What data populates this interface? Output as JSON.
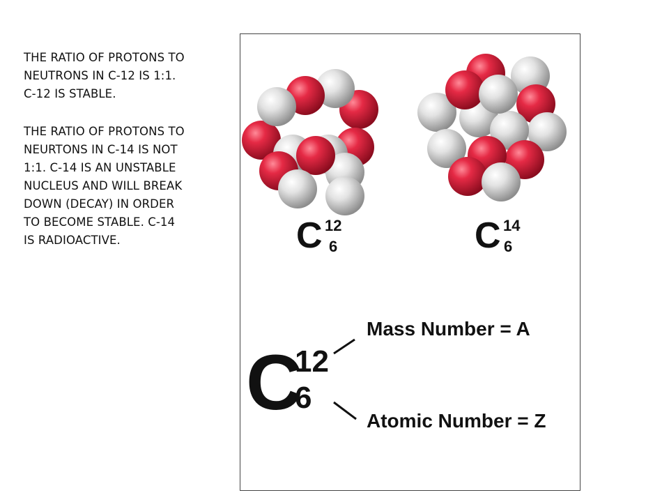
{
  "slide": {
    "paragraphs": [
      {
        "lines": [
          "THE RATIO OF PROTONS TO",
          "NEUTRONS IN C-12 IS 1:1.",
          "C-12 IS STABLE."
        ]
      },
      {
        "lines": [
          "THE RATIO OF PROTONS TO",
          "NEURTONS IN C-14 IS NOT",
          "1:1.  C-14 IS AN UNSTABLE",
          "NUCLEUS AND WILL BREAK",
          "DOWN (DECAY) IN ORDER",
          "TO BECOME STABLE.  C-14",
          "IS RADIOACTIVE."
        ]
      }
    ]
  },
  "figure": {
    "colors": {
      "proton": "#d6203a",
      "neutron": "#d8d8d8",
      "text": "#111111",
      "border": "#444444"
    },
    "c12": {
      "symbol": "C",
      "mass": "12",
      "atomic": "6"
    },
    "c14": {
      "symbol": "C",
      "mass": "14",
      "atomic": "6"
    },
    "legend": {
      "symbol": "C",
      "mass": "12",
      "atomic": "6",
      "mass_label": "Mass Number = A",
      "atomic_label": "Atomic Number = Z"
    }
  }
}
